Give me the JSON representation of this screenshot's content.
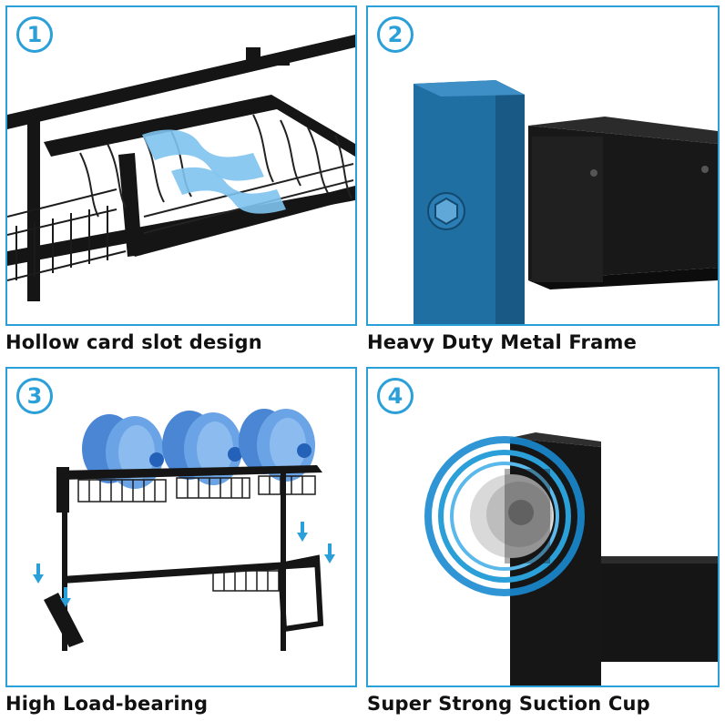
{
  "panels": [
    {
      "number": "1",
      "caption": "Hollow card slot design",
      "illustration": "drying-rack-basket-closeup"
    },
    {
      "number": "2",
      "caption": "Heavy Duty Metal Frame",
      "illustration": "metal-frame-joint-closeup"
    },
    {
      "number": "3",
      "caption": "High Load-bearing",
      "illustration": "rack-with-water-jugs"
    },
    {
      "number": "4",
      "caption": "Super Strong Suction Cup",
      "illustration": "suction-cup-closeup"
    }
  ],
  "colors": {
    "accent": "#2a9fd8",
    "frame": "#111111",
    "frame_blue": "#1f6fa3"
  }
}
